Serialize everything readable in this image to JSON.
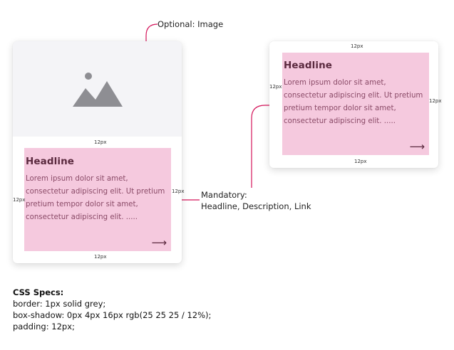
{
  "annotations": {
    "optional": "Optional: Image",
    "mandatory_line1": "Mandatory:",
    "mandatory_line2": "Headline, Description, Link"
  },
  "spacing_label": "12px",
  "card_with_image": {
    "headline": "Headline",
    "description": "Lorem ipsum dolor sit amet, consectetur adipiscing elit. Ut pretium pretium tempor  dolor sit amet, consectetur adipiscing elit. .....",
    "image_icon": "mountain-image-icon",
    "link_icon": "arrow-right-icon",
    "link_glyph": "⟶"
  },
  "card_without_image": {
    "headline": "Headline",
    "description": "Lorem ipsum dolor sit amet, consectetur adipiscing elit. Ut pretium pretium tempor  dolor sit amet, consectetur adipiscing elit. .....",
    "link_icon": "arrow-right-icon",
    "link_glyph": "⟶"
  },
  "css_specs": {
    "title": "CSS Specs:",
    "lines": [
      "border: 1px solid grey;",
      "box-shadow: 0px 4px 16px rgb(25 25 25 / 12%);",
      "padding: 12px;"
    ]
  },
  "colors": {
    "content_fill": "#f5c9de",
    "leader_line": "#d4145a",
    "icon_grey": "#8e8e93",
    "image_bg": "#f4f4f7"
  }
}
